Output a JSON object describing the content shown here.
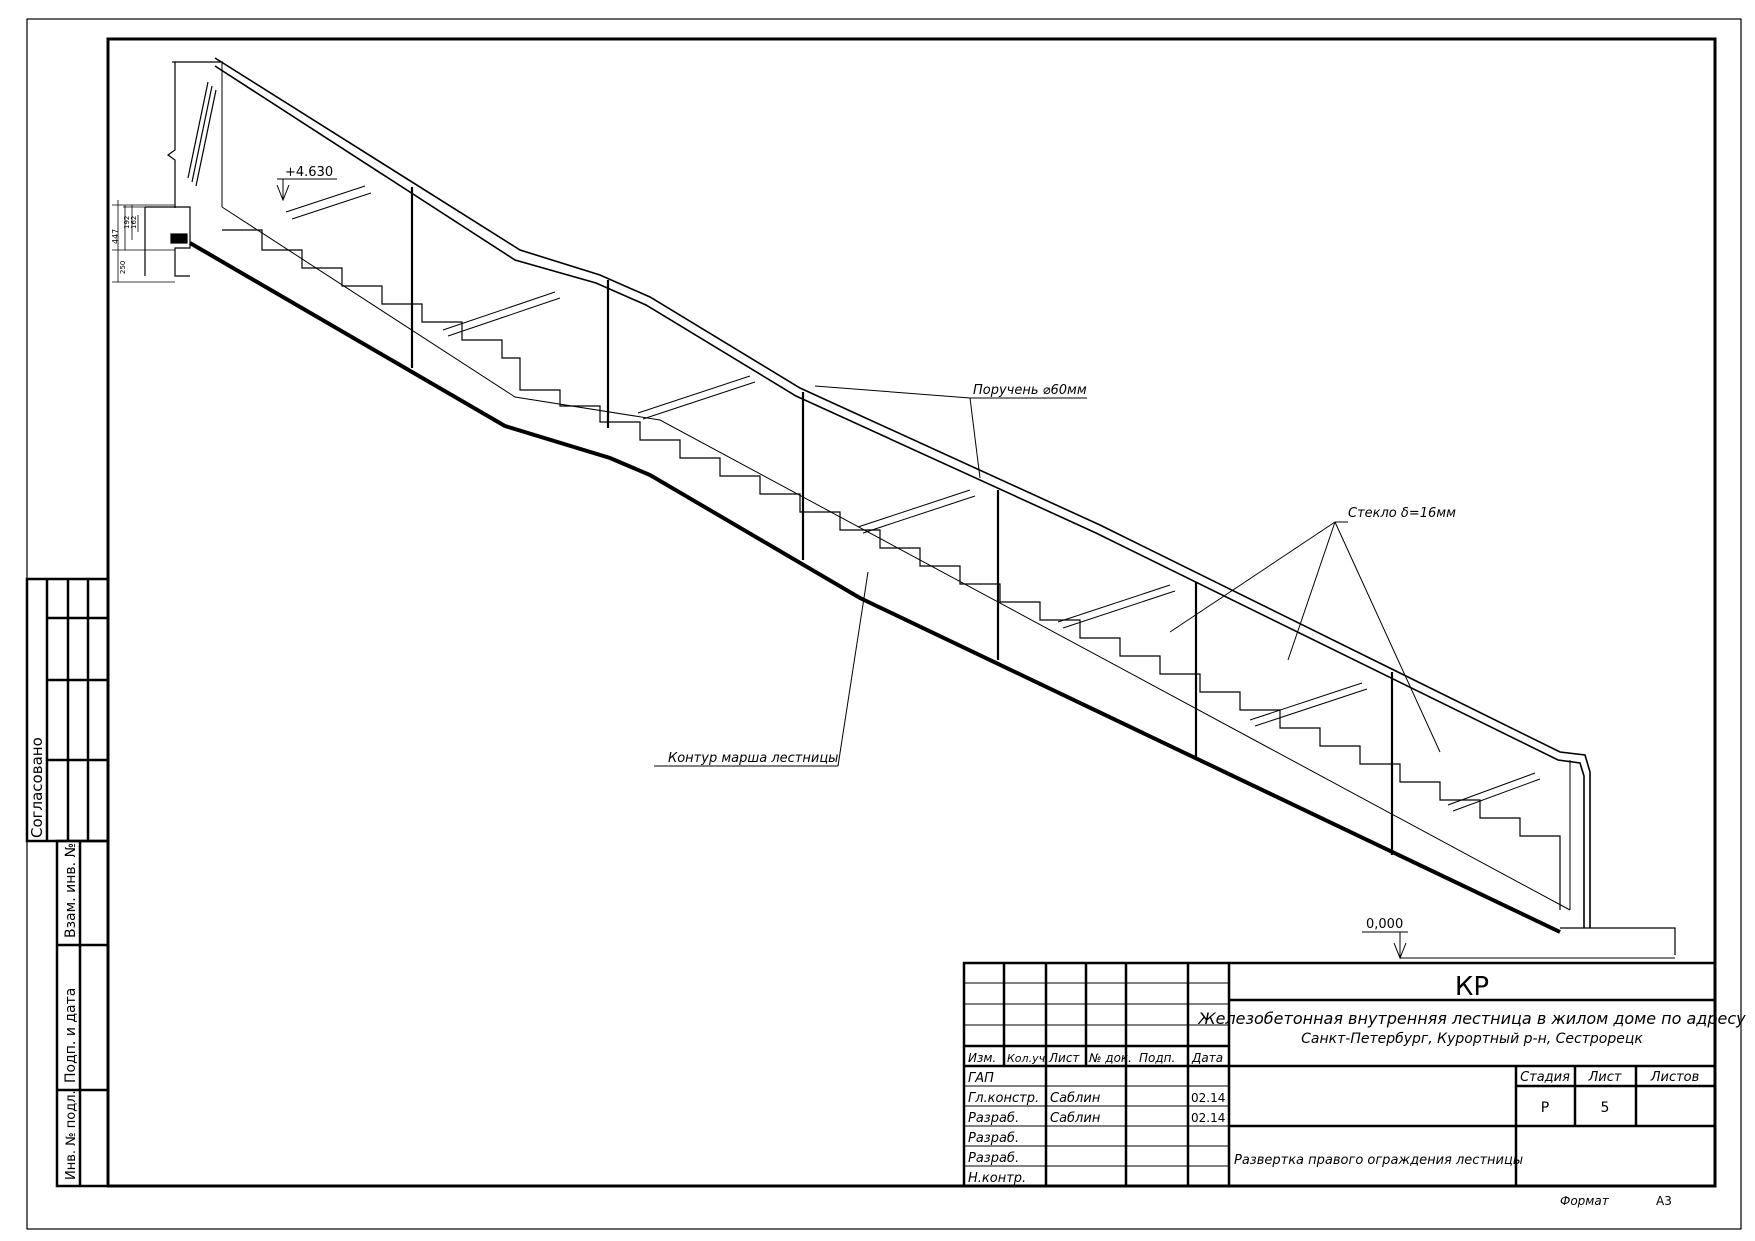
{
  "drawing": {
    "elevation_top": "+4.630",
    "elevation_bottom": "0,000",
    "dim_447": "447",
    "dim_192": "192",
    "dim_162": "162",
    "dim_250": "250",
    "label_handrail": "Поручень ⌀60мм",
    "label_glass": "Стекло δ=16мм",
    "label_contour": "Контур марша лестницы"
  },
  "side_stamp": {
    "agreed": "Согласовано",
    "inv_replace": "Взам. инв. №",
    "sign_date": "Подп. и дата",
    "inv_orig": "Инв. № подл."
  },
  "title_block": {
    "code": "КР",
    "project_line1": "Железобетонная внутренняя лестница в жилом доме по адресу",
    "project_line2": "Санкт-Петербург, Курортный р-н, Сестрорецк",
    "sheet_title": "Развертка правого ограждения лестницы",
    "headers": {
      "izm": "Изм.",
      "kol": "Кол.уч.",
      "list": "Лист",
      "ndoc": "№ док.",
      "podp": "Подп.",
      "date": "Дата"
    },
    "rows": [
      {
        "role": "ГАП",
        "name": "",
        "date": ""
      },
      {
        "role": "Гл.констр.",
        "name": "Саблин",
        "date": "02.14"
      },
      {
        "role": "Разраб.",
        "name": "Саблин",
        "date": "02.14"
      },
      {
        "role": "Разраб.",
        "name": "",
        "date": ""
      },
      {
        "role": "Разраб.",
        "name": "",
        "date": ""
      },
      {
        "role": "Н.контр.",
        "name": "",
        "date": ""
      }
    ],
    "stage_label": "Стадия",
    "sheet_label": "Лист",
    "sheets_label": "Листов",
    "stage": "Р",
    "sheet": "5",
    "sheets": "",
    "format_label": "Формат",
    "format": "А3"
  }
}
